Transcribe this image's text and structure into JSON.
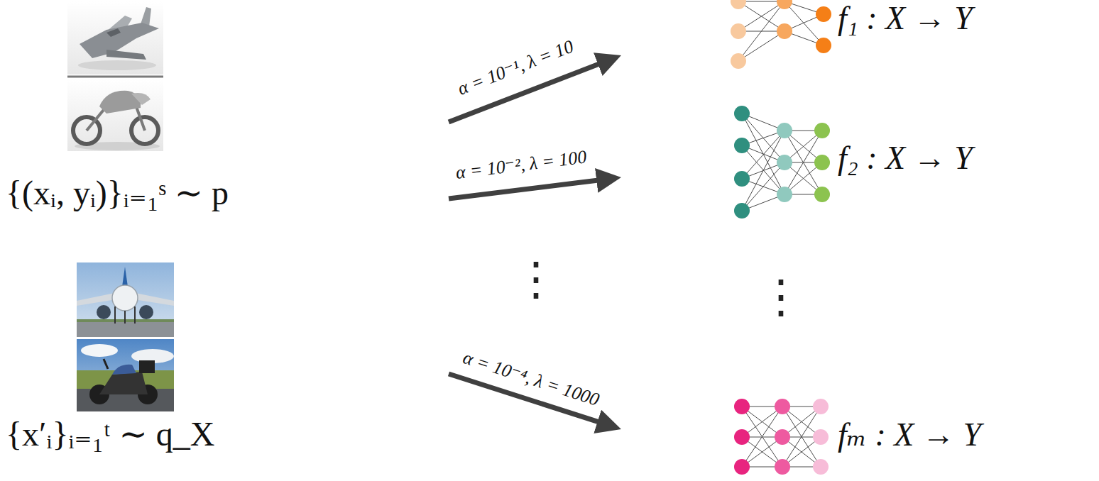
{
  "diagram": {
    "nodes": [
      {
        "text": [
          "{(xᵢ, yᵢ)}ᵢ₌₁ˢ ∼ p",
          "{x′ᵢ}ᵢ₌₁ᵗ ∼ q_X"
        ]
      },
      {
        "text": [
          "f₁ : X → Y"
        ]
      },
      {
        "text": [
          "f₂ : X → Y"
        ]
      },
      {
        "text": [
          "fₘ : X → Y"
        ]
      }
    ],
    "edges": [
      {
        "from": 0,
        "to": 1,
        "arrow": "to",
        "label": "α = 10⁻¹, λ = 10"
      },
      {
        "from": 0,
        "to": 2,
        "arrow": "to",
        "label": "α = 10⁻², λ = 100"
      },
      {
        "from": 0,
        "to": 3,
        "arrow": "to",
        "label": "α = 10⁻⁴, λ = 1000"
      }
    ],
    "labels": [
      "⋮",
      "⋮"
    ]
  }
}
